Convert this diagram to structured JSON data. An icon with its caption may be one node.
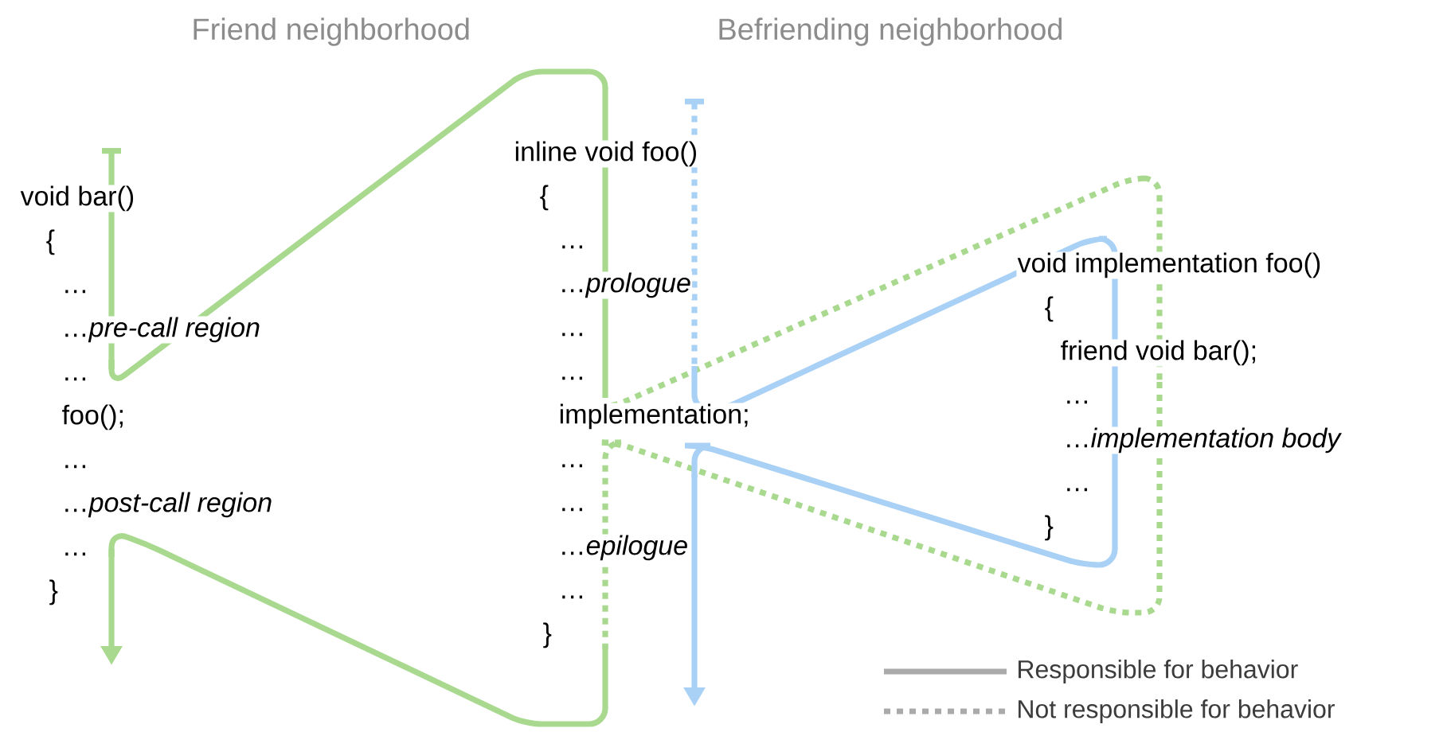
{
  "diagram": {
    "nodes": [
      {
        "text": [
          "void bar()",
          "{",
          "…",
          "…*pre-call region*",
          "…",
          "foo();",
          "…",
          "…*post-call region*",
          "…",
          "}"
        ]
      },
      {
        "text": [
          "inline void foo()",
          "{",
          "…",
          "…*prologue*",
          "…",
          "…",
          "implementation;",
          "…",
          "…",
          "…*epilogue*",
          "…",
          "}"
        ]
      },
      {
        "text": [
          "void implementation foo()",
          "{",
          "friend void bar();",
          "…",
          "…*implementation body*",
          "…",
          "}"
        ]
      }
    ],
    "edges": [
      {
        "from": 0,
        "to": 1,
        "arrow": "none"
      },
      {
        "from": 1,
        "to": 0,
        "arrow": "none"
      },
      {
        "from": 1,
        "to": 2,
        "arrow": "none",
        "style": "dashed"
      },
      {
        "from": 2,
        "to": 1,
        "arrow": "none",
        "style": "dashed"
      },
      {
        "from": 1,
        "to": 2,
        "arrow": "none",
        "color": "#a9d0f5"
      },
      {
        "from": 2,
        "to": 1,
        "arrow": "none",
        "color": "#a9d0f5"
      }
    ],
    "labels": [
      "Friend neighborhood",
      "Befriending neighborhood"
    ],
    "legend": [
      {
        "text": "Responsible for behavior"
      },
      {
        "text": "Not responsible for behavior"
      }
    ]
  }
}
